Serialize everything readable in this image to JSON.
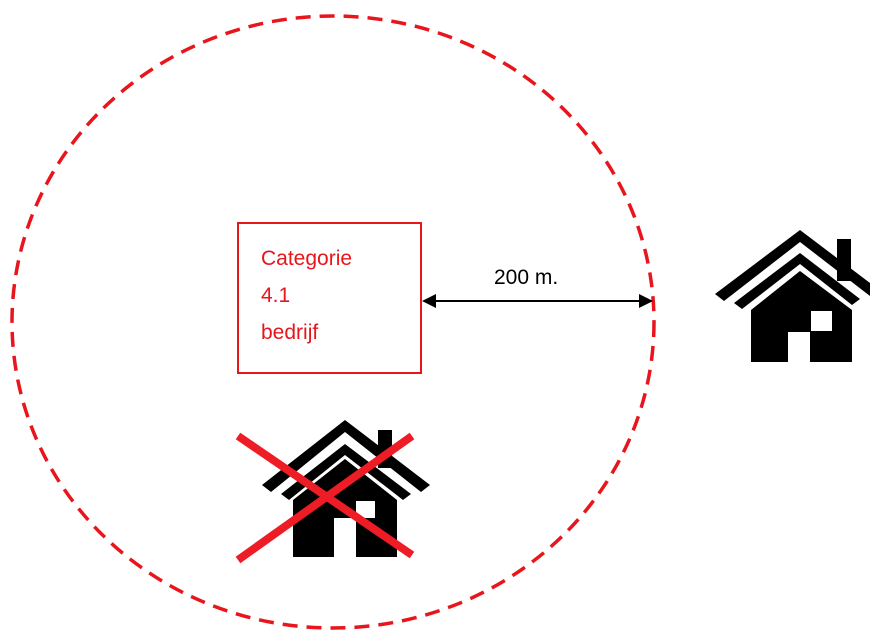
{
  "company_box": {
    "lines": [
      "Categorie",
      "4.1",
      "bedrijf"
    ]
  },
  "distance_label": "200 m.",
  "icons": {
    "house_inside": "house-icon",
    "forbidden_mark": "red-cross-icon",
    "house_outside": "house-icon"
  },
  "colors": {
    "zone": "#e8151c",
    "box": "#e8151c",
    "box_text": "#e8151c",
    "cross": "#ee1c25",
    "house": "#000000",
    "arrow": "#000000",
    "label": "#000000"
  }
}
